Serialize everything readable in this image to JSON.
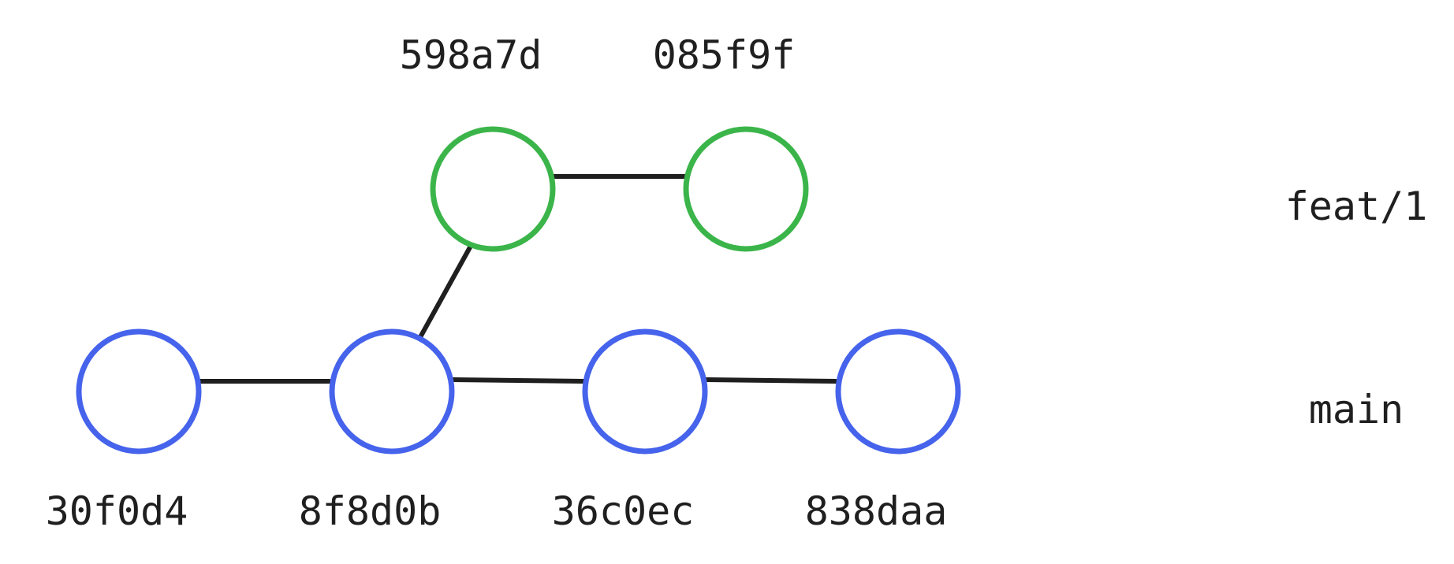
{
  "branches": {
    "feature": {
      "name": "feat/1",
      "color": "#3bb54a"
    },
    "main": {
      "name": "main",
      "color": "#4663ec"
    }
  },
  "commits": [
    {
      "hash": "30f0d4",
      "branch": "main"
    },
    {
      "hash": "8f8d0b",
      "branch": "main"
    },
    {
      "hash": "36c0ec",
      "branch": "main"
    },
    {
      "hash": "838daa",
      "branch": "main"
    },
    {
      "hash": "598a7d",
      "branch": "feat/1"
    },
    {
      "hash": "085f9f",
      "branch": "feat/1"
    }
  ],
  "edges": [
    {
      "from": "30f0d4",
      "to": "8f8d0b"
    },
    {
      "from": "8f8d0b",
      "to": "36c0ec"
    },
    {
      "from": "36c0ec",
      "to": "838daa"
    },
    {
      "from": "8f8d0b",
      "to": "598a7d"
    },
    {
      "from": "598a7d",
      "to": "085f9f"
    }
  ]
}
